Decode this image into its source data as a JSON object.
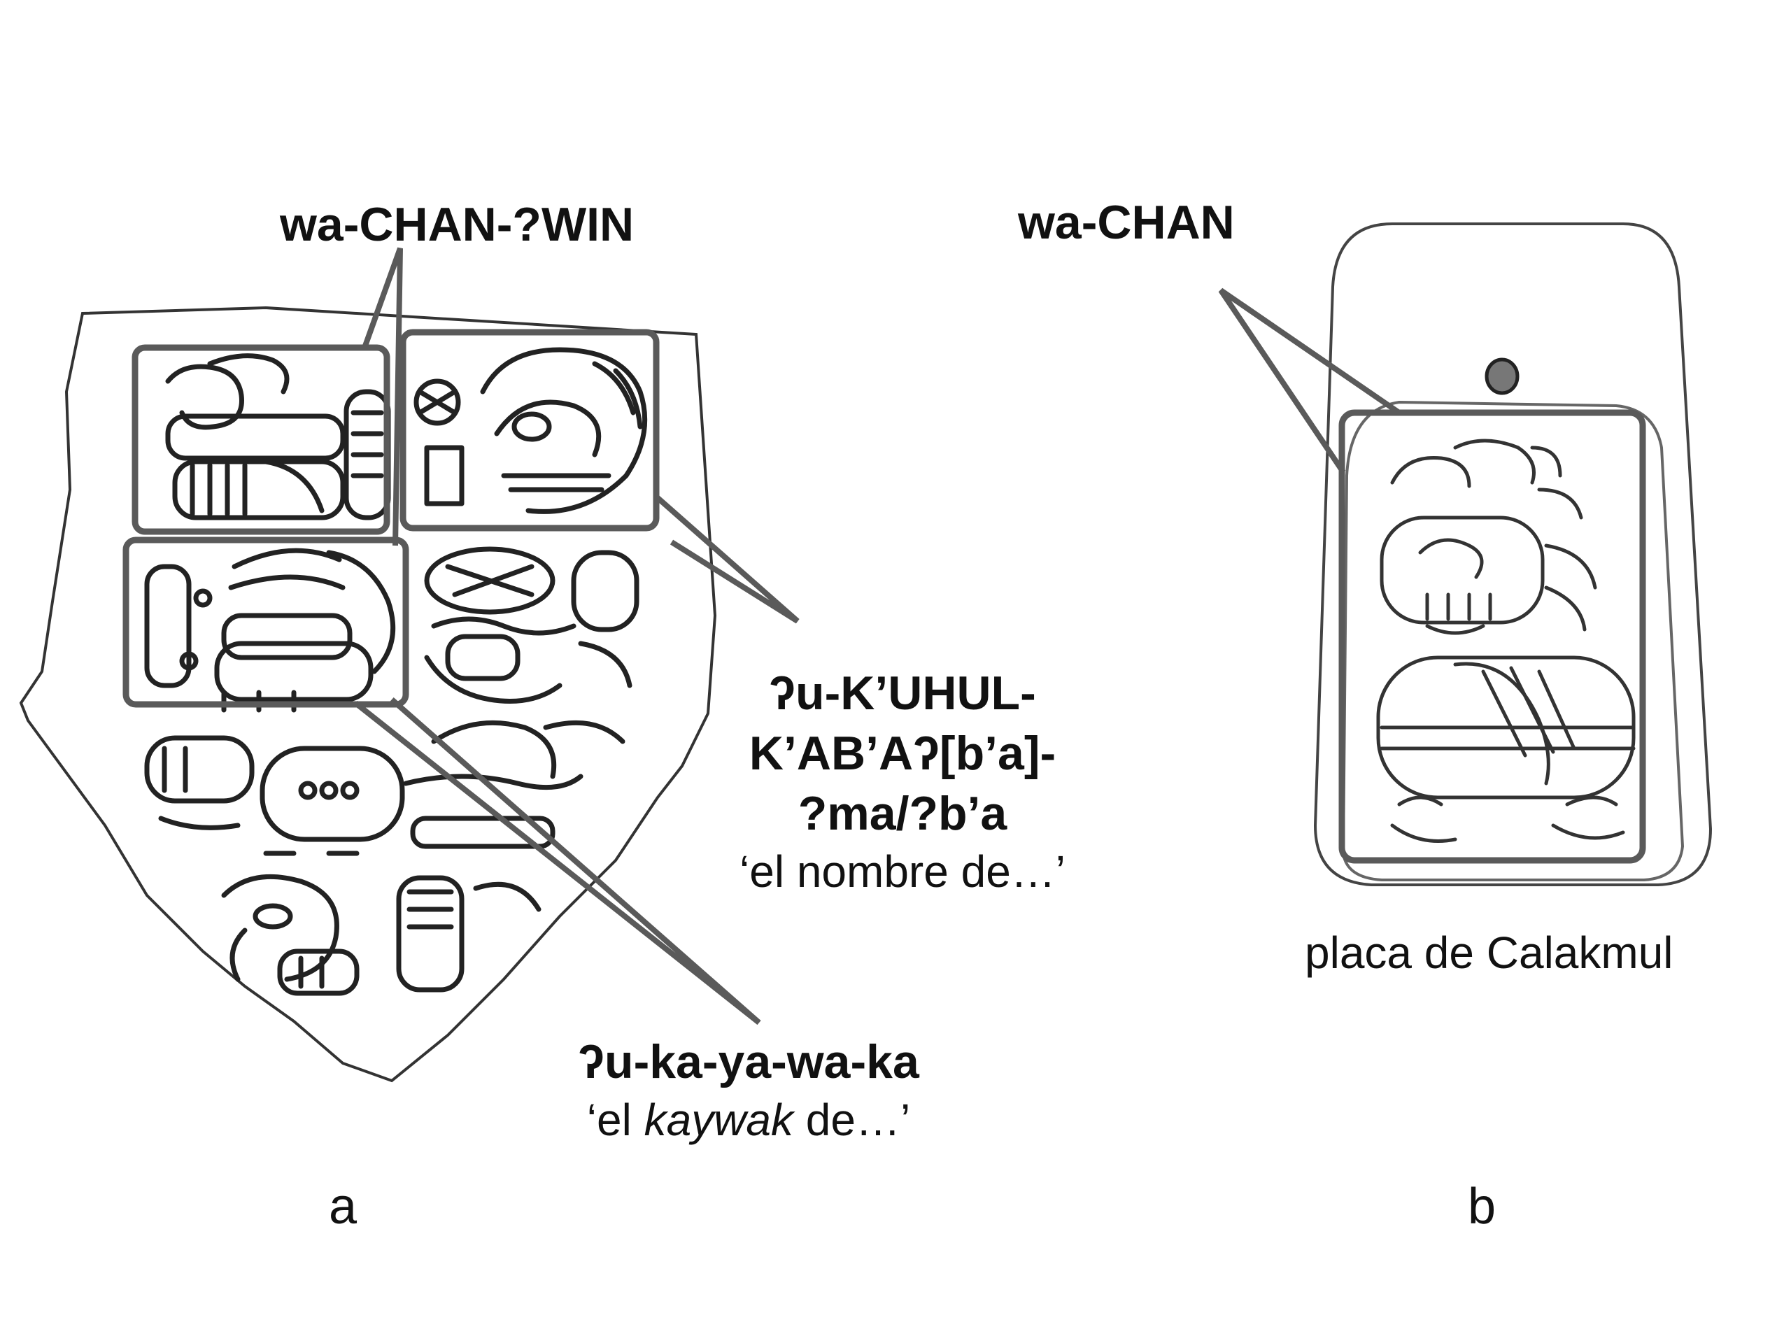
{
  "panel_a": {
    "letter": "a",
    "label_top": "wa-CHAN-?WIN",
    "label_right": {
      "line1": "ʔu-K’UHUL-",
      "line2": "K’AB’Aʔ[b’a]-",
      "line3": "?ma/?b’a",
      "gloss": "‘el nombre de…’"
    },
    "label_bottom": {
      "reading": "ʔu-ka-ya-wa-ka",
      "gloss_prefix": "‘el ",
      "gloss_italic": "kaywak",
      "gloss_suffix": " de…’"
    }
  },
  "panel_b": {
    "letter": "b",
    "label_top": "wa-CHAN",
    "caption": "placa de Calakmul"
  },
  "colors": {
    "highlight_box": "#5a5a5a",
    "outline": "#333333",
    "text": "#111111"
  }
}
